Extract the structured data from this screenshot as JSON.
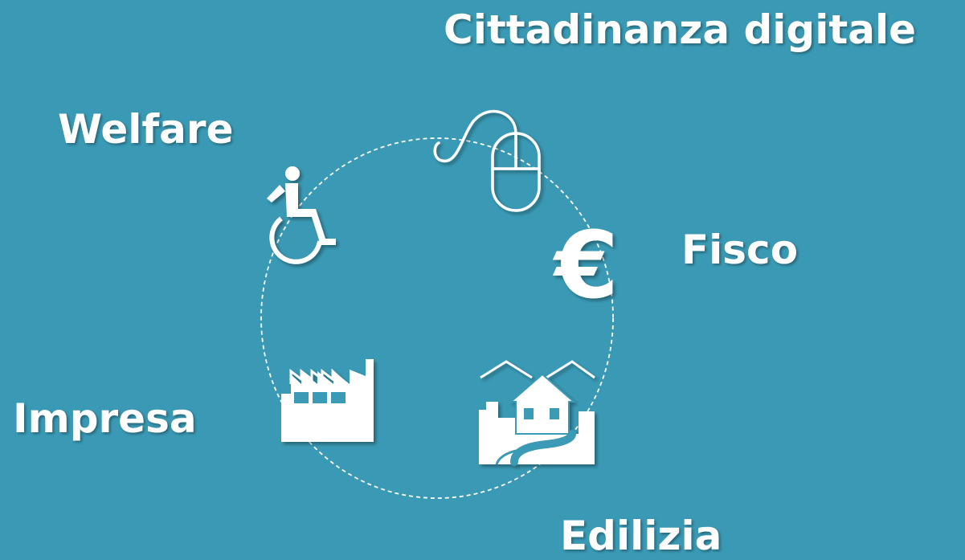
{
  "labels": {
    "cittadinanza": "Cittadinanza digitale",
    "welfare": "Welfare",
    "fisco": "Fisco",
    "impresa": "Impresa",
    "edilizia": "Edilizia"
  },
  "icons": [
    "computer-mouse-icon",
    "wheelchair-icon",
    "euro-icon",
    "factory-icon",
    "houses-icon"
  ],
  "colors": {
    "background": "#3a9ab5",
    "foreground": "#ffffff"
  }
}
